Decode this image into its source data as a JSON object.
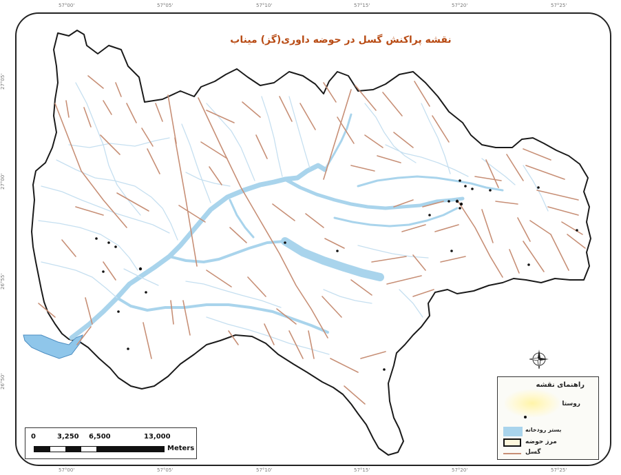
{
  "map": {
    "title": "نقشه پراکنش گسل در حوضه داوری(گز) میناب",
    "top_ticks": [
      "57°00'",
      "57°05'",
      "57°10'",
      "57°15'",
      "57°20'",
      "57°25'"
    ],
    "bottom_ticks": [
      "57°00'",
      "57°05'",
      "57°10'",
      "57°15'",
      "57°20'",
      "57°25'"
    ],
    "left_ticks": [
      "27°05'",
      "27°00'",
      "26°55'",
      "26°50'"
    ],
    "colors": {
      "boundary": "#1a1a1a",
      "river": "#a9d4ec",
      "stream": "#c5dff0",
      "fault": "#c78f76",
      "title": "#b84b14"
    }
  },
  "legend": {
    "title": "راهنمای نقشه",
    "items": [
      {
        "label": "روستا",
        "symbol": "black-dot"
      },
      {
        "label": "بستر رودخانه",
        "symbol": "light-blue-fill"
      },
      {
        "label": "مرز حوضه",
        "symbol": "black-outline"
      },
      {
        "label": "گسل",
        "symbol": "brown-line"
      }
    ]
  },
  "scalebar": {
    "labels": [
      "0",
      "3,250",
      "6,500",
      "13,000"
    ],
    "units": "Meters"
  },
  "north_arrow": {
    "icon": "compass-rose-icon"
  }
}
